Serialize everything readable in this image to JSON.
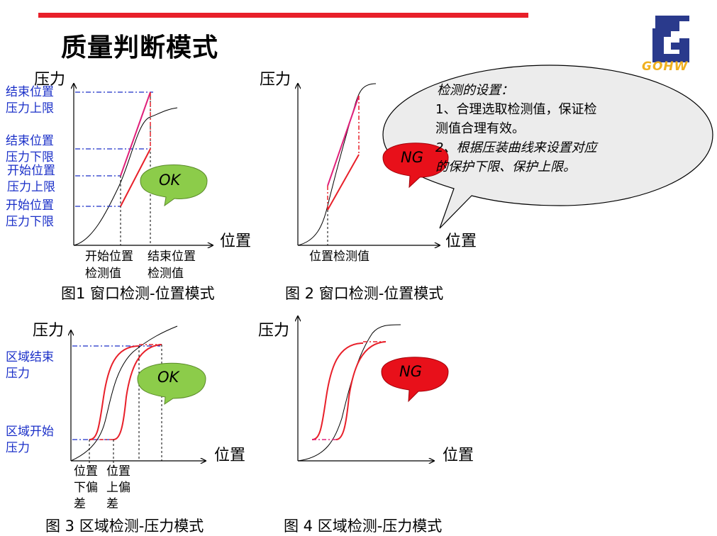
{
  "title": "质量判断模式",
  "logo": {
    "text": "GOHW",
    "colors": {
      "blue": "#2a3a8c",
      "gold": "#f0b020"
    }
  },
  "colors": {
    "accent_bar": "#e8202a",
    "blue_label": "#1a2fc8",
    "ok_green": "#8ccc4a",
    "ng_red": "#e8101a",
    "limit_red": "#e8202a",
    "limit_pink": "#e0207a",
    "bubble": "#ececec"
  },
  "axis": {
    "y": "压力",
    "x": "位置"
  },
  "fig1": {
    "labels_left": [
      "结束位置",
      "压力上限",
      "结束位置",
      "压力下限",
      "开始位置",
      "压力上限",
      "开始位置",
      "压力下限"
    ],
    "labels_bottom": [
      "开始位置",
      "检测值",
      "结束位置",
      "检测值"
    ],
    "badge": "OK",
    "caption": "图1 窗口检测-位置模式"
  },
  "fig2": {
    "labels_bottom": [
      "位置检测值"
    ],
    "badge": "NG",
    "caption": "图 2  窗口检测-位置模式"
  },
  "bubble": {
    "heading": "检测的设置：",
    "line1": "1、合理选取检测值，保证检",
    "line2": "测值合理有效。",
    "line3": "2、根据压装曲线来设置对应",
    "line4": "的保护下限、保护上限。"
  },
  "fig3": {
    "labels_left": [
      "区域结束",
      "压力",
      "区域开始",
      "压力"
    ],
    "labels_bottom": [
      "位置",
      "下偏",
      "差",
      "位置",
      "上偏",
      "差"
    ],
    "badge": "OK",
    "caption": "图 3  区域检测-压力模式"
  },
  "fig4": {
    "badge": "NG",
    "caption": "图 4  区域检测-压力模式"
  }
}
